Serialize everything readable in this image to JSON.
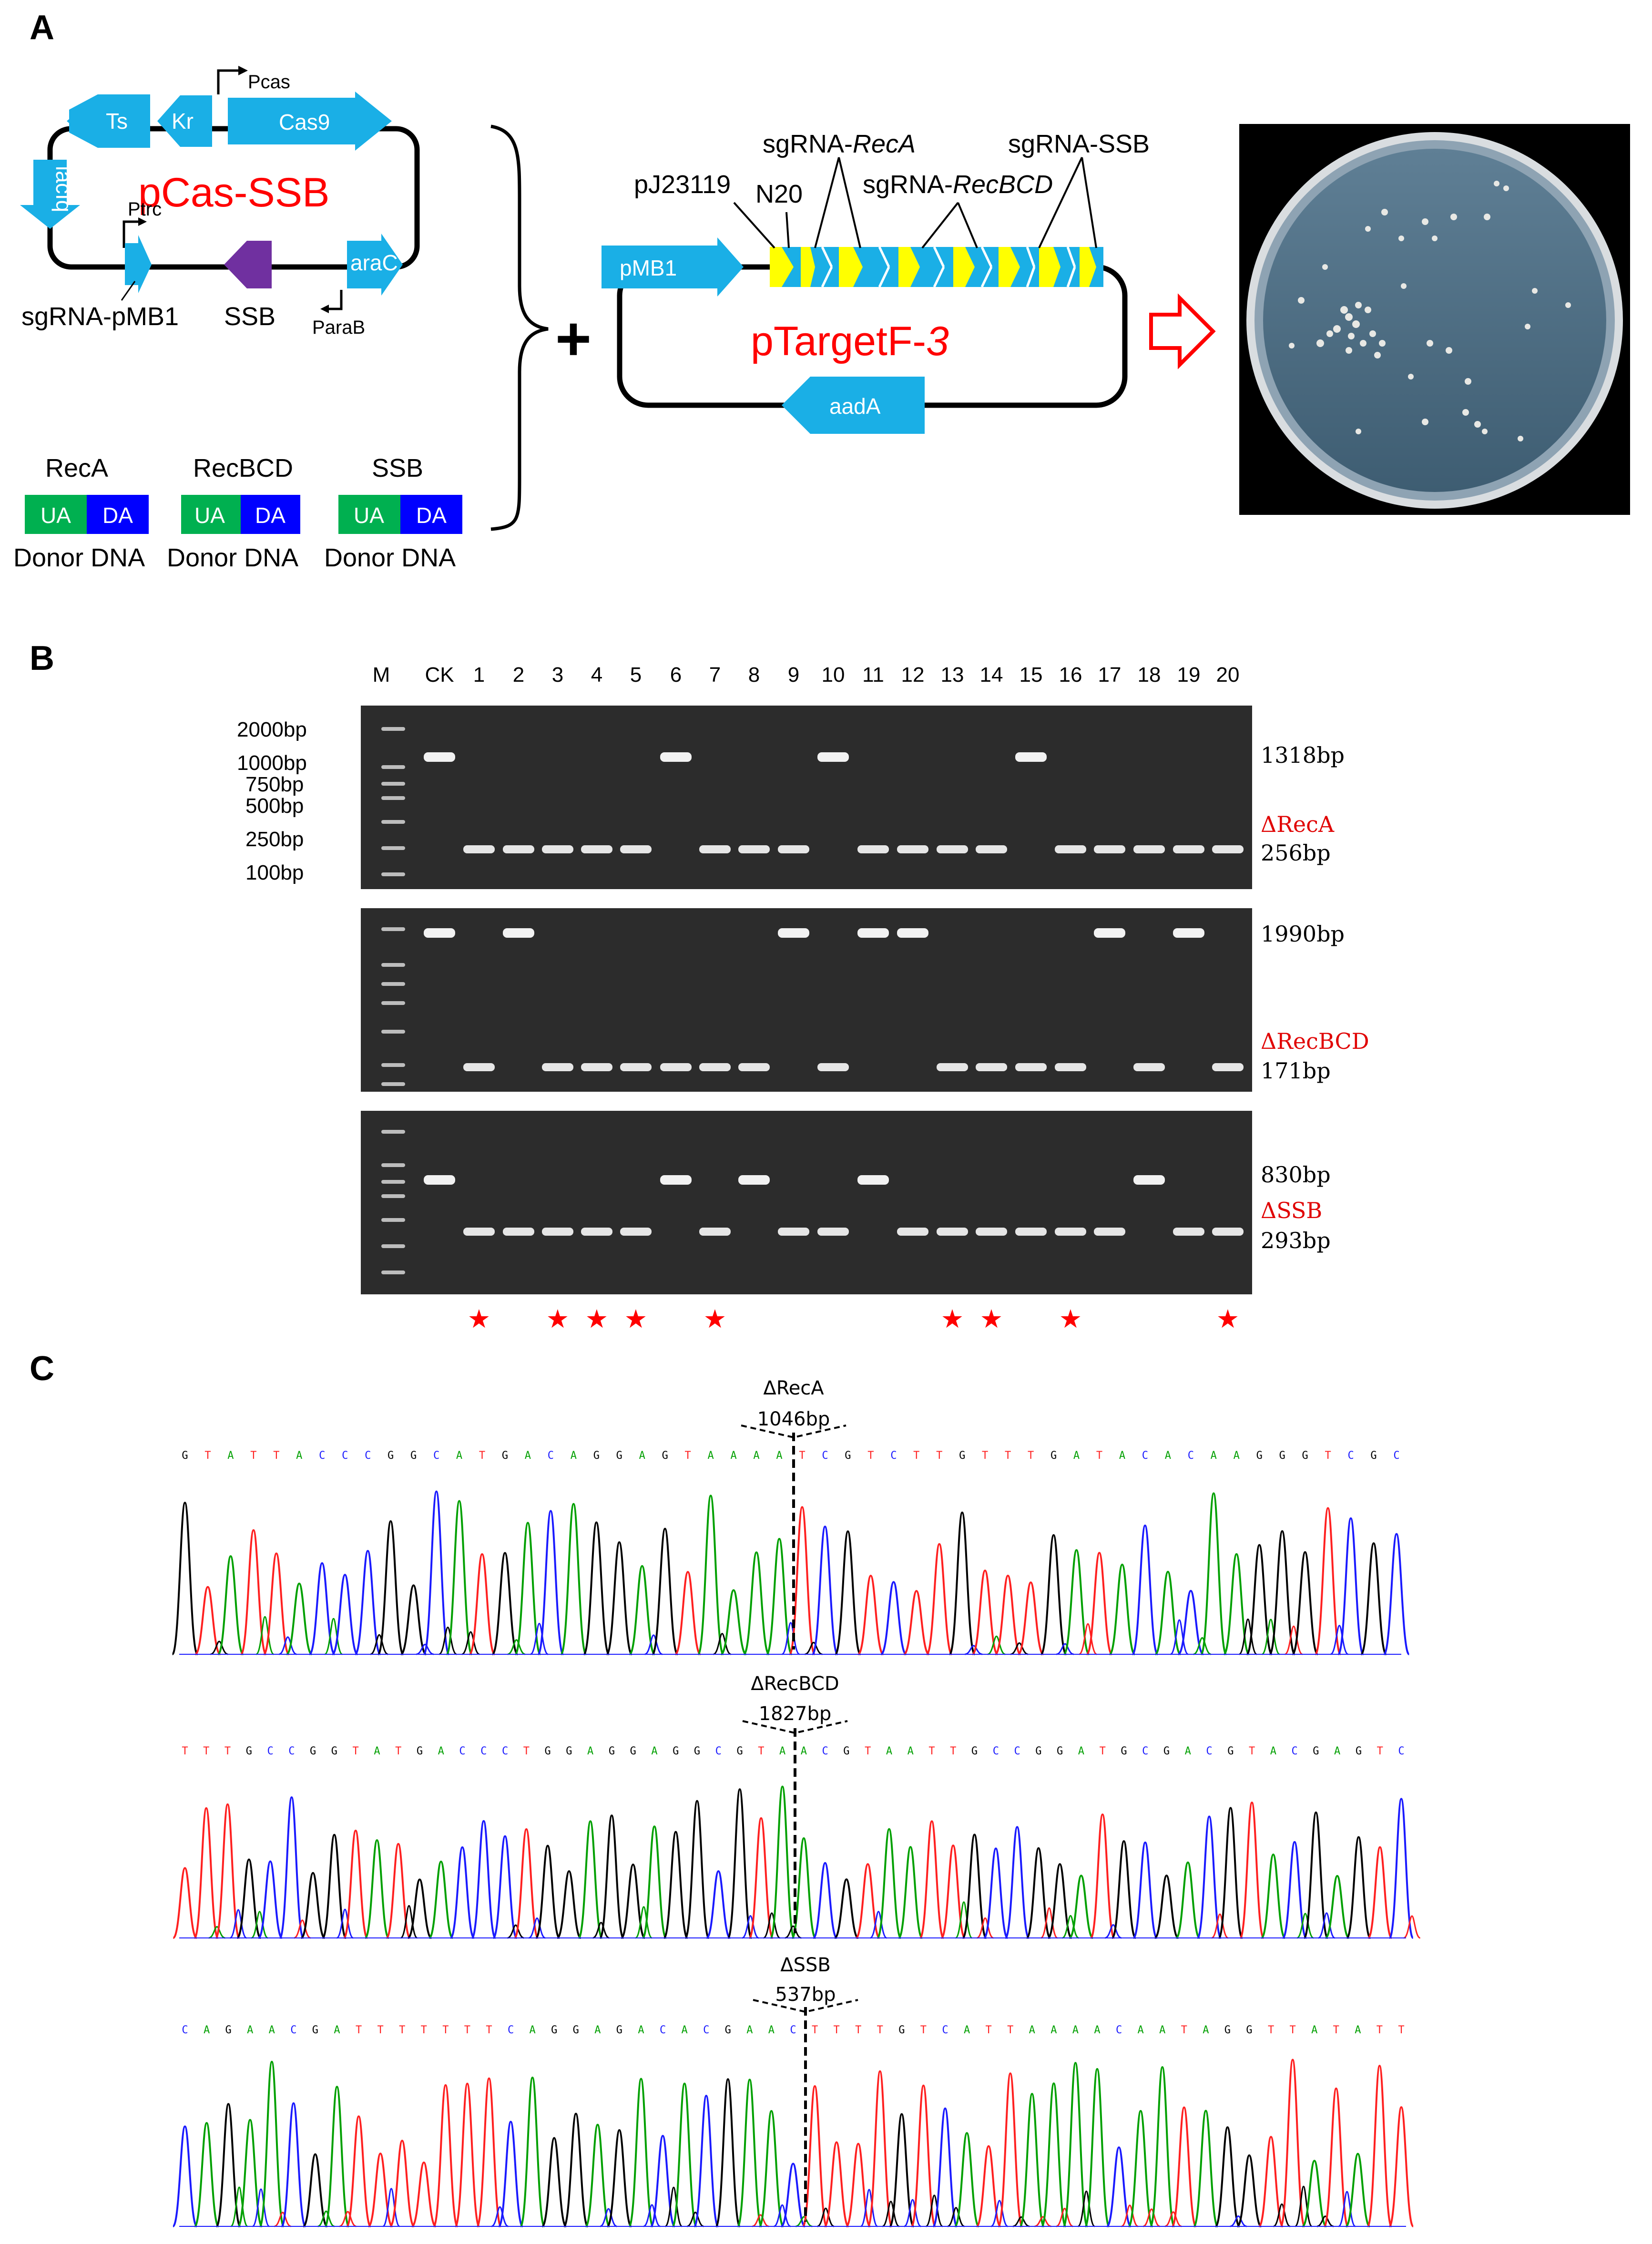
{
  "panels": {
    "a": "A",
    "b": "B",
    "c": "C"
  },
  "colors": {
    "arrow_blue": "#1aafe6",
    "ssb_purple": "#7030a0",
    "ua_green": "#00b050",
    "da_blue": "#0000ff",
    "label_red": "#ff0000",
    "yellow": "#ffff00",
    "gel_bg": "#2c2c2c",
    "band": "#f2f2f2",
    "trace_A": "#00a000",
    "trace_C": "#1a1aff",
    "trace_G": "#000000",
    "trace_T": "#ff2020"
  },
  "panelA": {
    "pcas_plasmid_name": "pCas-SSB",
    "pcas_promoter": "Pcas",
    "ptrc_promoter": "Ptrc",
    "parab_promoter": "ParaB",
    "genes": {
      "ts": "Ts",
      "kr": "Kr",
      "cas9": "Cas9",
      "laciq": "lacIq",
      "arac": "araC",
      "ssb": "SSB"
    },
    "sgrna_pmb1": "sgRNA-pMB1",
    "plus": "+",
    "ptarget_plasmid_name_a": "pTargetF-",
    "ptarget_plasmid_name_b": "3",
    "ptarget_pmb1": "pMB1",
    "ptarget_aada": "aadA",
    "pj23119": "pJ23119",
    "n20": "N20",
    "sgrna_reca_prefix": "sgRNA-",
    "sgrna_reca_italic": "RecA",
    "sgrna_recbcd_prefix": "sgRNA-",
    "sgrna_recbcd_italic": "RecBCD",
    "sgrna_ssb": "sgRNA-SSB",
    "donors": [
      {
        "name": "RecA",
        "ua": "UA",
        "da": "DA",
        "caption": "Donor DNA"
      },
      {
        "name": "RecBCD",
        "ua": "UA",
        "da": "DA",
        "caption": "Donor DNA"
      },
      {
        "name": "SSB",
        "ua": "UA",
        "da": "DA",
        "caption": "Donor DNA"
      }
    ]
  },
  "panelB": {
    "lane_labels": [
      "M",
      "CK",
      "1",
      "2",
      "3",
      "4",
      "5",
      "6",
      "7",
      "8",
      "9",
      "10",
      "11",
      "12",
      "13",
      "14",
      "15",
      "16",
      "17",
      "18",
      "19",
      "20"
    ],
    "marker_sizes": [
      "2000bp",
      "1000bp",
      "750bp",
      "500bp",
      "250bp",
      "100bp"
    ],
    "gels": [
      {
        "upper_label": "1318bp",
        "deletion_label": "ΔRecA",
        "lower_label": "256bp",
        "upper_lanes": [
          "CK",
          "6",
          "10",
          "15"
        ],
        "lower_lanes": [
          "1",
          "2",
          "3",
          "4",
          "5",
          "7",
          "8",
          "9",
          "11",
          "12",
          "13",
          "14",
          "16",
          "17",
          "18",
          "19",
          "20"
        ]
      },
      {
        "upper_label": "1990bp",
        "deletion_label": "ΔRecBCD",
        "lower_label": "171bp",
        "upper_lanes": [
          "CK",
          "2",
          "9",
          "11",
          "12",
          "17",
          "19"
        ],
        "lower_lanes": [
          "1",
          "3",
          "4",
          "5",
          "6",
          "7",
          "8",
          "10",
          "13",
          "14",
          "15",
          "16",
          "18",
          "20"
        ]
      },
      {
        "upper_label": "830bp",
        "deletion_label": "ΔSSB",
        "lower_label": "293bp",
        "upper_lanes": [
          "CK",
          "6",
          "8",
          "11",
          "18"
        ],
        "lower_lanes": [
          "1",
          "2",
          "3",
          "4",
          "5",
          "7",
          "9",
          "10",
          "12",
          "13",
          "14",
          "15",
          "16",
          "17",
          "19",
          "20"
        ]
      }
    ],
    "starred_lanes": [
      "1",
      "3",
      "4",
      "5",
      "7",
      "13",
      "14",
      "16",
      "20"
    ],
    "star_glyph": "★"
  },
  "panelC": {
    "traces": [
      {
        "deletion": "ΔRecA",
        "size": "1046bp",
        "sequence": "GTATTACCCGGCATGACAGGAGTAAAATCGTCTTGTTTGATACACAAGGGTCGC"
      },
      {
        "deletion": "ΔRecBCD",
        "size": "1827bp",
        "sequence": "TTTGCCGGTATGACCCTGGAGGAGGCGTAACGTAATTGCCGGATGCGACGTACGAGTC"
      },
      {
        "deletion": "ΔSSB",
        "size": "537bp",
        "sequence": "CAGAACGATTTTTTTCAGGAGACACGAACTTTTGTCATTAAAACAATAGGTTATATT"
      }
    ]
  }
}
